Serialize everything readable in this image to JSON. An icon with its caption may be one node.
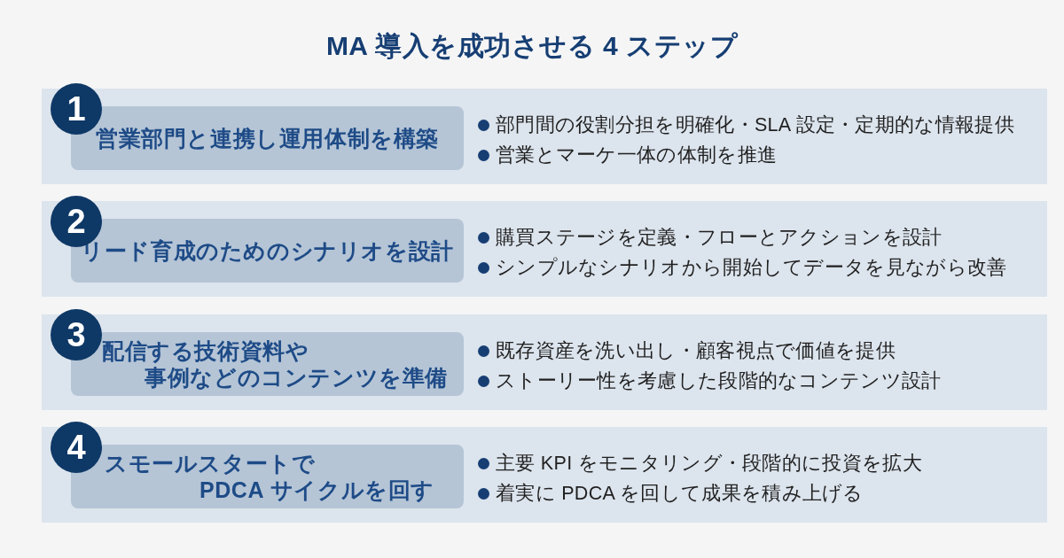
{
  "diagram": {
    "title": "MA 導入を成功させる 4 ステップ",
    "nodes": [
      {
        "text": [
          "1"
        ]
      },
      {
        "text": [
          "部門間の役割分担を明確化・SLA 設定・定期的な情報提供",
          "営業とマーケ一体の体制を推進"
        ]
      },
      {
        "text": [
          "営業部門と連携し運用体制を構築"
        ],
        "in": 1
      },
      {
        "text": [
          "2"
        ]
      },
      {
        "text": [
          "購買ステージを定義・フローとアクションを設計",
          "シンプルなシナリオから開始してデータを見ながら改善"
        ]
      },
      {
        "text": [
          "リード育成のためのシナリオを設計"
        ],
        "in": 4
      },
      {
        "text": [
          "3"
        ]
      },
      {
        "text": [
          "既存資産を洗い出し・顧客視点で価値を提供",
          "ストーリー性を考慮した段階的なコンテンツ設計"
        ]
      },
      {
        "text": [
          "配信する技術資料や事例などのコンテンツを準備"
        ],
        "in": 7
      },
      {
        "text": [
          "4"
        ]
      },
      {
        "text": [
          "主要 KPI をモニタリング・段階的に投資を拡大",
          "着実に PDCA を回して成果を積み上げる"
        ]
      },
      {
        "text": [
          "スモールスタートでPDCA サイクルを回す"
        ],
        "in": 10
      }
    ]
  }
}
